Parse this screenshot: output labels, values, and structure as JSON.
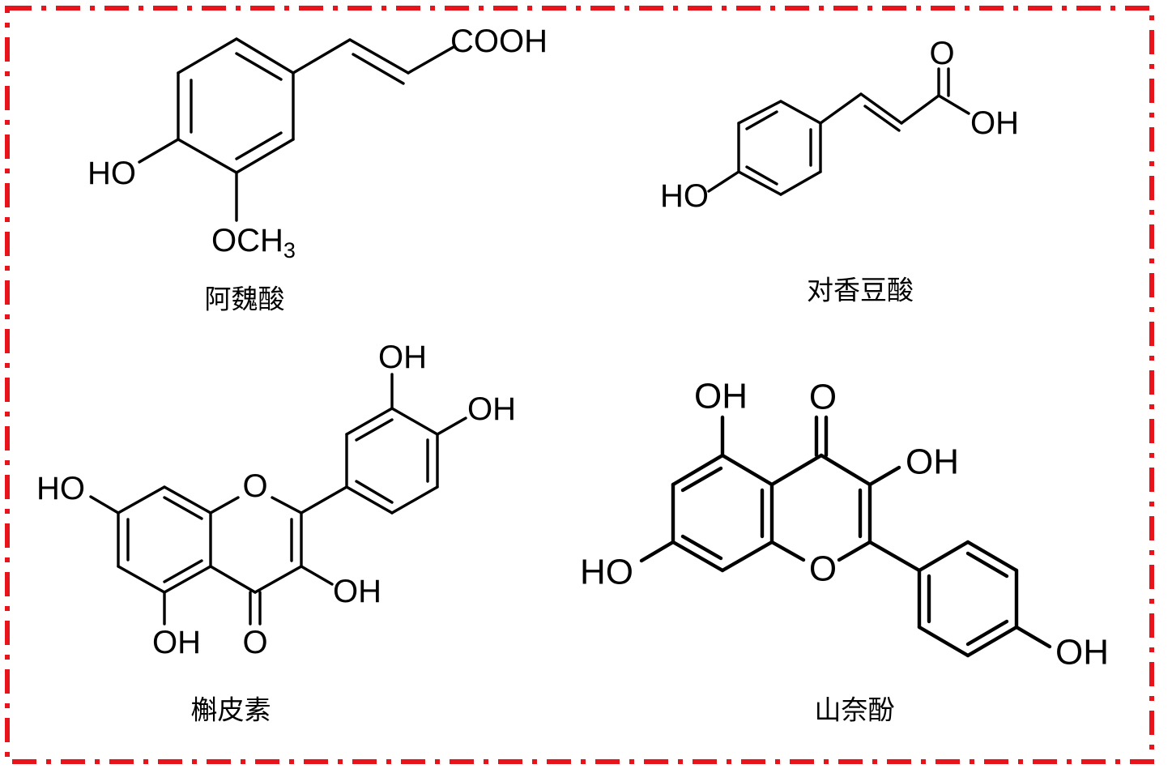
{
  "frame": {
    "border_color": "#e8141c"
  },
  "molecules": {
    "ferulic_acid": {
      "name": "阿魏酸",
      "labels": {
        "cooh": "COOH",
        "ho": "HO",
        "och3": "OCH",
        "och3_sub": "3"
      }
    },
    "p_coumaric_acid": {
      "name": "对香豆酸",
      "labels": {
        "o": "O",
        "oh": "OH",
        "ho": "HO"
      }
    },
    "quercetin": {
      "name": "槲皮素",
      "labels": {
        "oh_top": "OH",
        "oh_right": "OH",
        "ho_left": "HO",
        "ring_o": "O",
        "oh_3": "OH",
        "oh_5": "OH",
        "carbonyl_o": "O"
      }
    },
    "kaempferol": {
      "name": "山奈酚",
      "labels": {
        "oh_5": "OH",
        "carbonyl_o": "O",
        "oh_3": "OH",
        "ho_7": "HO",
        "ring_o": "O",
        "oh_4p": "OH"
      }
    }
  }
}
